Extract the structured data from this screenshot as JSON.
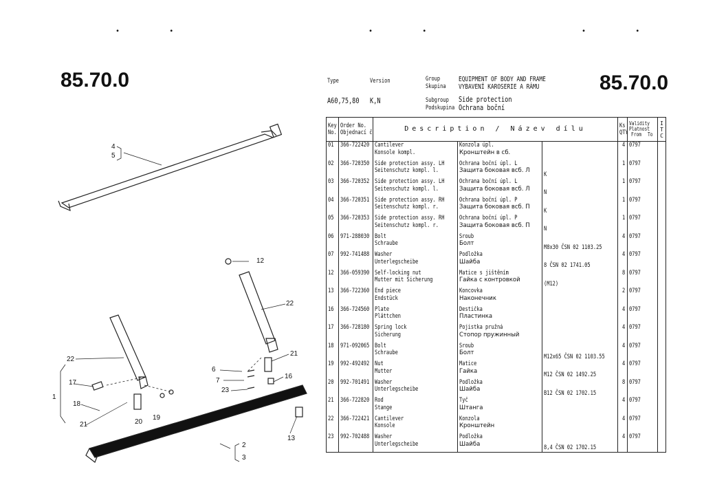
{
  "page_code_left": "85.70.0",
  "page_code_right": "85.70.0",
  "header": {
    "type_label": "Type",
    "version_label": "Version",
    "group_label": "Group",
    "skupina_label": "Skupina",
    "group_value_en": "EQUIPMENT OF BODY AND FRAME",
    "group_value_cz": "VYBAVENÍ KAROSERIE A RÁMU",
    "type_value": "A60,75,80",
    "version_value": "K,N",
    "subgroup_label": "Subgroup",
    "podskupina_label": "Podskupina",
    "subgroup_value_en": "Side protection",
    "subgroup_value_cz": "Ochrana boční"
  },
  "table_header": {
    "key_no": "Key",
    "key_no2": "No.",
    "order_no": "Order No.",
    "order_no2": "Objednací č",
    "description": "Description / Název dílu",
    "ks": "Ks",
    "qty": "QTY",
    "validity": "Validity",
    "platnost": "Platnost",
    "from": "From",
    "to": "To",
    "itc1": "I",
    "itc2": "T",
    "itc3": "C"
  },
  "rows": [
    {
      "key": "01",
      "order": "366-722420",
      "en": "Cantilever",
      "de": "Konsole kompl.",
      "cz": "Konzola úpl.",
      "ru": "Кронштейн в сб.",
      "note": "",
      "qty": "4",
      "from": "0797"
    },
    {
      "key": "02",
      "order": "366-720350",
      "en": "Side protection assy. LH",
      "de": "Seitenschutz kompl. l.",
      "cz": "Ochrana boční úpl. L",
      "ru": "Защита боковая всб. Л",
      "note": "K",
      "qty": "1",
      "from": "0797"
    },
    {
      "key": "03",
      "order": "366-720352",
      "en": "Side protection assy. LH",
      "de": "Seitenschutz kompl. l.",
      "cz": "Ochrana boční úpl. L",
      "ru": "Защита боковая всб. Л",
      "note": "N",
      "qty": "1",
      "from": "0797"
    },
    {
      "key": "04",
      "order": "366-720351",
      "en": "Side protection assy. RH",
      "de": "Seitenschutz kompl. r.",
      "cz": "Ochrana boční úpl. P",
      "ru": "Защита боковая всб. П",
      "note": "K",
      "qty": "1",
      "from": "0797"
    },
    {
      "key": "05",
      "order": "366-720353",
      "en": "Side protection assy. RH",
      "de": "Seitenschutz kompl. r.",
      "cz": "Ochrana boční úpl. P",
      "ru": "Защита боковая всб. П",
      "note": "N",
      "qty": "1",
      "from": "0797"
    },
    {
      "key": "06",
      "order": "971-288030",
      "en": "Bolt",
      "de": "Schraube",
      "cz": "Šroub",
      "ru": "Болт",
      "note": "M8x30  ČSN 02 1103.25",
      "qty": "4",
      "from": "0797"
    },
    {
      "key": "07",
      "order": "992-741488",
      "en": "Washer",
      "de": "Unterlegscheibe",
      "cz": "Podložka",
      "ru": "Шайба",
      "note": "8  ČSN 02 1741.05",
      "qty": "4",
      "from": "0797"
    },
    {
      "key": "12",
      "order": "366-059390",
      "en": "Self-locking nut",
      "de": "Mutter mit Sicherung",
      "cz": "Matice s jištěním",
      "ru": "Гайка с контровкой",
      "note": "(M12)",
      "qty": "8",
      "from": "0797"
    },
    {
      "key": "13",
      "order": "366-722360",
      "en": "End piece",
      "de": "Endstück",
      "cz": "Koncovka",
      "ru": "Наконечник",
      "note": "",
      "qty": "2",
      "from": "0797"
    },
    {
      "key": "16",
      "order": "366-724560",
      "en": "Plate",
      "de": "Plättchen",
      "cz": "Destička",
      "ru": "Пластинка",
      "note": "",
      "qty": "4",
      "from": "0797"
    },
    {
      "key": "17",
      "order": "366-728180",
      "en": "Spring lock",
      "de": "Sicherung",
      "cz": "Pojistka pružná",
      "ru": "Стопор пружинный",
      "note": "",
      "qty": "4",
      "from": "0797"
    },
    {
      "key": "18",
      "order": "971-092065",
      "en": "Bolt",
      "de": "Schraube",
      "cz": "Šroub",
      "ru": "Болт",
      "note": "M12x65  ČSN 02 1103.55",
      "qty": "4",
      "from": "0797"
    },
    {
      "key": "19",
      "order": "992-492492",
      "en": "Nut",
      "de": "Mutter",
      "cz": "Matice",
      "ru": "Гайка",
      "note": "M12  ČSN 02 1492.25",
      "qty": "4",
      "from": "0797"
    },
    {
      "key": "20",
      "order": "992-701491",
      "en": "Washer",
      "de": "Unterlegscheibe",
      "cz": "Podložka",
      "ru": "Шайба",
      "note": "B12  ČSN 02 1702.15",
      "qty": "8",
      "from": "0797"
    },
    {
      "key": "21",
      "order": "366-722820",
      "en": "Rod",
      "de": "Stange",
      "cz": "Tyč",
      "ru": "Штанга",
      "note": "",
      "qty": "4",
      "from": "0797"
    },
    {
      "key": "22",
      "order": "366-722421",
      "en": "Cantilever",
      "de": "Konsole",
      "cz": "Konzola",
      "ru": "Кронштейн",
      "note": "",
      "qty": "4",
      "from": "0797"
    },
    {
      "key": "23",
      "order": "992-702488",
      "en": "Washer",
      "de": "Unterlegscheibe",
      "cz": "Podložka",
      "ru": "Шайба",
      "note": "8,4  ČSN 02 1702.15",
      "qty": "4",
      "from": "0797"
    }
  ],
  "drawing_labels": {
    "l4": "4",
    "l5": "5",
    "l12": "12",
    "l22a": "22",
    "l22b": "22",
    "l21a": "21",
    "l21b": "21",
    "l6": "6",
    "l7": "7",
    "l23": "23",
    "l16": "16",
    "l17": "17",
    "l1": "1",
    "l18": "18",
    "l20": "20",
    "l19": "19",
    "l13": "13",
    "l2": "2",
    "l3": "3"
  }
}
